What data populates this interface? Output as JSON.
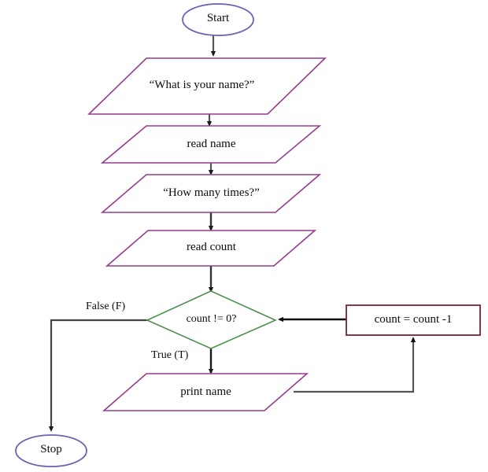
{
  "diagram": {
    "type": "flowchart",
    "title": "Count-controlled loop flowchart",
    "colors": {
      "terminal_stroke": "#6c61b5",
      "io_stroke": "#993a8f",
      "decision_stroke": "#4f8f4f",
      "process_stroke": "#7b2430",
      "connector_stroke": "#555555",
      "connector_black": "#111111",
      "text": "#0d0d0d",
      "background": "#ffffff"
    },
    "nodes": [
      {
        "id": "start",
        "shape": "ellipse",
        "label": "Start"
      },
      {
        "id": "prompt-name",
        "shape": "parallelogram",
        "label": "“What is your name?”"
      },
      {
        "id": "read-name",
        "shape": "parallelogram",
        "label": "read name"
      },
      {
        "id": "prompt-times",
        "shape": "parallelogram",
        "label": "“How many times?”"
      },
      {
        "id": "read-count",
        "shape": "parallelogram",
        "label": "read count"
      },
      {
        "id": "decision-count",
        "shape": "diamond",
        "label": "count != 0?"
      },
      {
        "id": "decrement-count",
        "shape": "rectangle",
        "label": "count = count -1"
      },
      {
        "id": "print-name",
        "shape": "parallelogram",
        "label": "print name"
      },
      {
        "id": "stop",
        "shape": "ellipse",
        "label": "Stop"
      }
    ],
    "edges": [
      {
        "id": "start-to-prompt-name",
        "from": "start",
        "to": "prompt-name",
        "label": ""
      },
      {
        "id": "prompt-name-to-read-name",
        "from": "prompt-name",
        "to": "read-name",
        "label": ""
      },
      {
        "id": "read-name-to-prompt-times",
        "from": "read-name",
        "to": "prompt-times",
        "label": ""
      },
      {
        "id": "prompt-times-to-read-count",
        "from": "prompt-times",
        "to": "read-count",
        "label": ""
      },
      {
        "id": "read-count-to-decision",
        "from": "read-count",
        "to": "decision-count",
        "label": ""
      },
      {
        "id": "decision-false-to-stop",
        "from": "decision-count",
        "to": "stop",
        "label": "False (F)"
      },
      {
        "id": "decision-true-to-print",
        "from": "decision-count",
        "to": "print-name",
        "label": "True (T)"
      },
      {
        "id": "print-to-decrement",
        "from": "print-name",
        "to": "decrement-count",
        "label": ""
      },
      {
        "id": "decrement-to-decision",
        "from": "decrement-count",
        "to": "decision-count",
        "label": ""
      }
    ],
    "edge_labels": {
      "false_branch": "False (F)",
      "true_branch": "True (T)"
    }
  }
}
